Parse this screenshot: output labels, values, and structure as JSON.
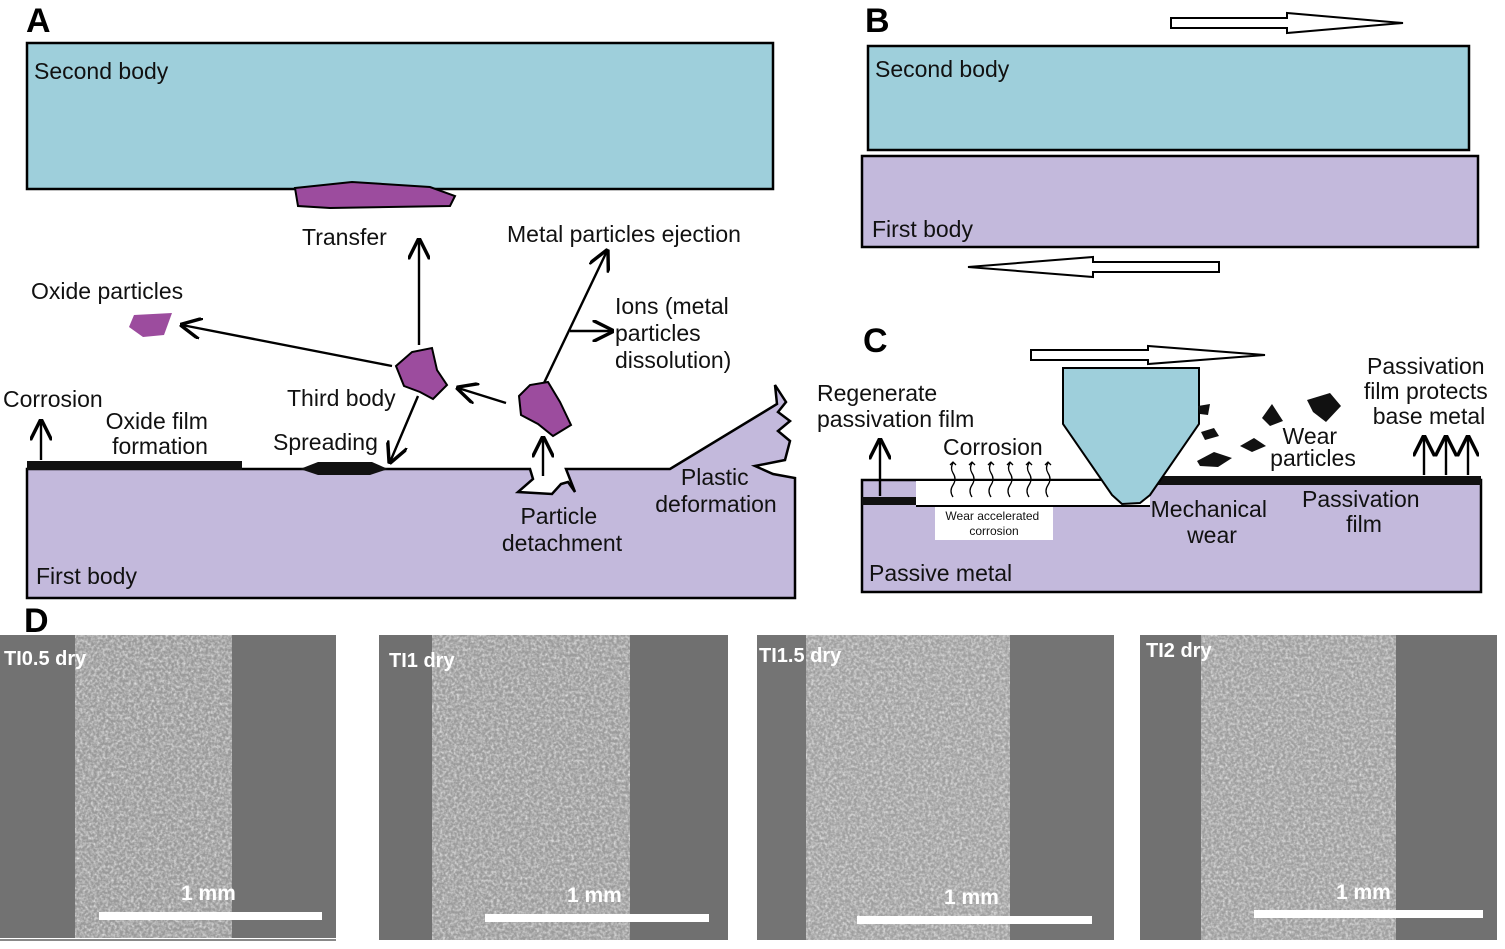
{
  "colors": {
    "second_body": "#9ecfdb",
    "first_body": "#c3b9dc",
    "particle": "#9c4c9e",
    "film": "#111111",
    "sem_bg_dark": "#6f6f6f",
    "sem_track": "#9a9a9a"
  },
  "panels": {
    "A": {
      "letter": "A",
      "second_body": "Second body",
      "first_body": "First body",
      "transfer": "Transfer",
      "metal_ejection": "Metal particles ejection",
      "ions": [
        "Ions (metal",
        "particles",
        "dissolution)"
      ],
      "oxide_particles": "Oxide particles",
      "third_body": "Third body",
      "corrosion": "Corrosion",
      "oxide_film": [
        "Oxide film",
        "formation"
      ],
      "spreading": "Spreading",
      "particle_detachment": [
        "Particle",
        "detachment"
      ],
      "plastic_deformation": [
        "Plastic",
        "deformation"
      ]
    },
    "B": {
      "letter": "B",
      "second_body": "Second body",
      "first_body": "First body"
    },
    "C": {
      "letter": "C",
      "regenerate": [
        "Regenerate",
        "passivation film"
      ],
      "corrosion": "Corrosion",
      "wear_accelerated": [
        "Wear accelerated",
        "corrosion"
      ],
      "mechanical_wear": [
        "Mechanical",
        "wear"
      ],
      "wear_particles": [
        "Wear",
        "particles"
      ],
      "passivation_film": [
        "Passivation",
        "film"
      ],
      "film_protects": [
        "Passivation",
        "film protects",
        "base metal"
      ],
      "passive_metal": "Passive metal"
    },
    "D": {
      "letter": "D",
      "images": [
        {
          "label": "TI0.5 dry",
          "scale": "1 mm"
        },
        {
          "label": "TI1 dry",
          "scale": "1 mm"
        },
        {
          "label": "TI1.5 dry",
          "scale": "1 mm"
        },
        {
          "label": "TI2 dry",
          "scale": "1 mm"
        }
      ]
    }
  }
}
